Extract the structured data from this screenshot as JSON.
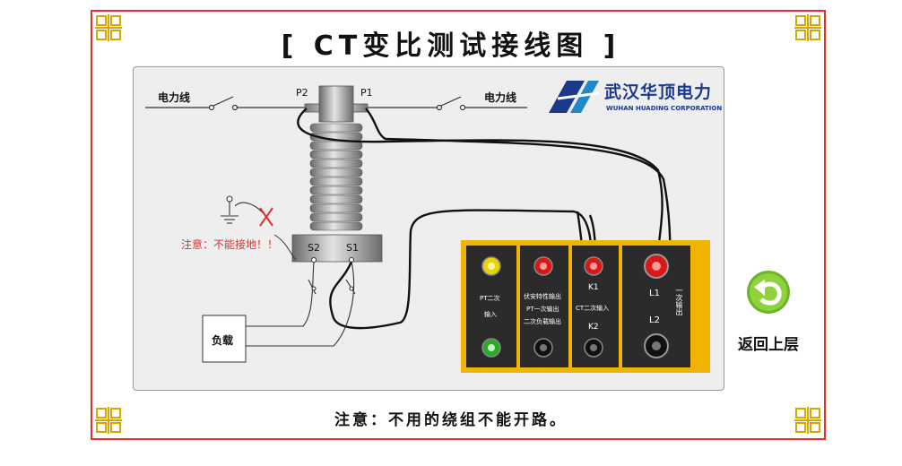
{
  "title": "[ CT变比测试接线图 ]",
  "logo": {
    "cn": "武汉华顶电力",
    "en": "WUHAN HUADING CORPORATION"
  },
  "diagram": {
    "power_line_left": "电力线",
    "power_line_right": "电力线",
    "p2": "P2",
    "p1": "P1",
    "s2": "S2",
    "s1": "S1",
    "ground_warning": "注意：不能接地！！",
    "load": "负载"
  },
  "device": {
    "pt_input": [
      "PT二次",
      "输入"
    ],
    "mid_labels": [
      "伏安特性输出",
      "PT一次输出",
      "二次负载输出"
    ],
    "k1": "K1",
    "ct_input": "CT二次输入",
    "k2": "K2",
    "l1": "L1",
    "l2": "L2",
    "primary_output": "一次输出"
  },
  "footer_note": "注意：不用的绕组不能开路。",
  "back_button": {
    "label": "返回上层"
  }
}
